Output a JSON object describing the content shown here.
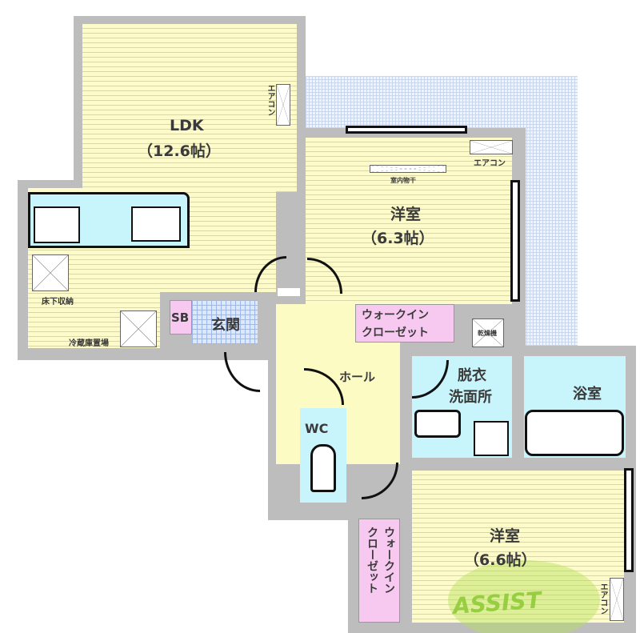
{
  "rooms": {
    "ldk": {
      "name": "LDK",
      "size": "（12.6帖）"
    },
    "western1": {
      "name": "洋室",
      "size": "（6.3帖）"
    },
    "western2": {
      "name": "洋室",
      "size": "（6.6帖）"
    },
    "wic1": {
      "line1": "ウォークイン",
      "line2": "クローゼット"
    },
    "wic2": {
      "line1": "ウォークイン",
      "line2": "クローゼット"
    },
    "washroom": {
      "line1": "脱衣",
      "line2": "洗面所"
    },
    "bath": "浴室",
    "hall": "ホール",
    "wc": "WC",
    "sb": "SB",
    "entrance": "玄関"
  },
  "fixtures": {
    "ac": "エアコン",
    "indoor_dryer": "室内物干",
    "dryer": "乾燥機",
    "underfloor": "床下収納",
    "fridge": "冷蔵庫置場"
  },
  "logo": "ASSIST",
  "colors": {
    "floor": "#fdfbc9",
    "wet": "#c8f4fb",
    "closet": "#f7c9f1",
    "wall": "#bdbdbd",
    "logo": "#b5e05a"
  }
}
